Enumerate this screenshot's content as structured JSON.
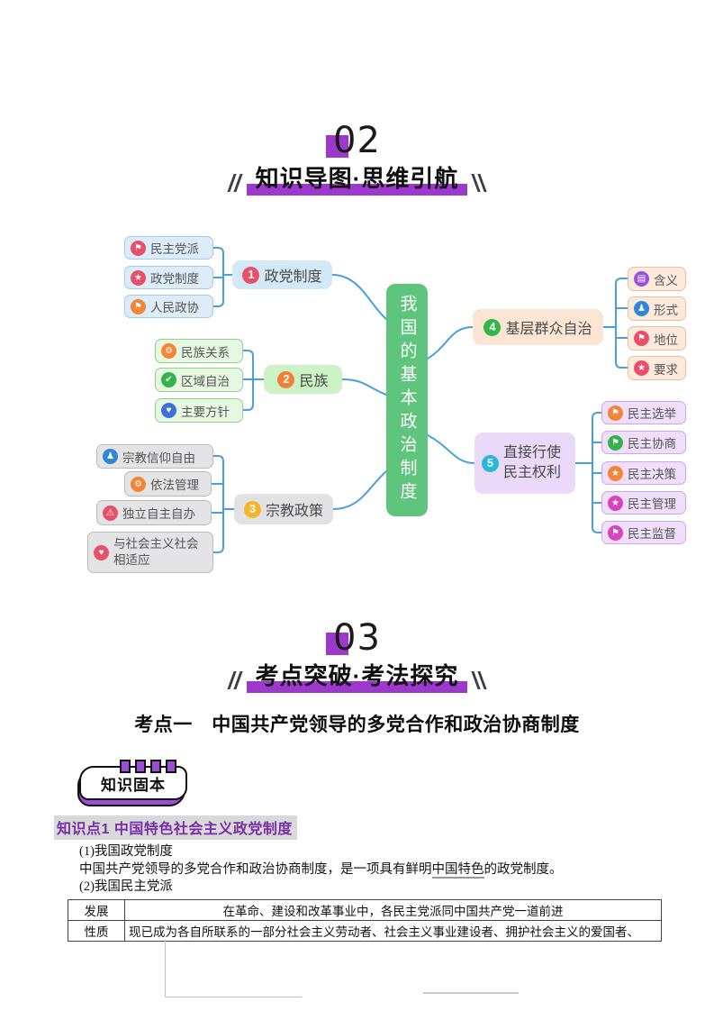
{
  "colors": {
    "accent_purple": "#9c39cc",
    "badge_purple": "#9b4fd4",
    "center_node_green": "#5fc57d",
    "connector_blue": "#4aa0dc",
    "kp_highlight_gray": "#d9d9d9",
    "kp_text_purple": "#7a2da8"
  },
  "sections": {
    "s02": {
      "number": "02",
      "title": "知识导图·思维引航"
    },
    "s03": {
      "number": "03",
      "title": "考点突破·考法探究"
    }
  },
  "mindmap": {
    "center": {
      "label": "我国的基本政治制度"
    },
    "branches": [
      {
        "index": "1",
        "label": "政党制度",
        "children": [
          {
            "label": "民主党派",
            "icon": "flag-icon",
            "glyph": "⚑",
            "color": "#e8506a"
          },
          {
            "label": "政党制度",
            "icon": "star-icon",
            "glyph": "★",
            "color": "#e8506a"
          },
          {
            "label": "人民政协",
            "icon": "flag-icon",
            "glyph": "⚑",
            "color": "#f28536"
          }
        ]
      },
      {
        "index": "2",
        "label": "民族",
        "children": [
          {
            "label": "民族关系",
            "icon": "gear-icon",
            "glyph": "⚙",
            "color": "#f28536"
          },
          {
            "label": "区域自治",
            "icon": "thumbs-up-icon",
            "glyph": "✔",
            "color": "#33b54a"
          },
          {
            "label": "主要方针",
            "icon": "heart-icon",
            "glyph": "♥",
            "color": "#3f6fd8"
          }
        ]
      },
      {
        "index": "3",
        "label": "宗教政策",
        "children": [
          {
            "label": "宗教信仰自由",
            "icon": "person-icon",
            "glyph": "♟",
            "color": "#2f87d8"
          },
          {
            "label": "依法管理",
            "icon": "gear-icon",
            "glyph": "⚙",
            "color": "#f28536"
          },
          {
            "label": "独立自主自办",
            "icon": "warning-icon",
            "glyph": "⚠",
            "color": "#e8506a"
          },
          {
            "label": "与社会主义社会相适应",
            "icon": "heart-icon",
            "glyph": "♥",
            "color": "#e8506a"
          }
        ]
      },
      {
        "index": "4",
        "label": "基层群众自治",
        "children": [
          {
            "label": "含义",
            "icon": "note-icon",
            "glyph": "▤",
            "color": "#9a50d8"
          },
          {
            "label": "形式",
            "icon": "person-icon",
            "glyph": "♟",
            "color": "#2f87d8"
          },
          {
            "label": "地位",
            "icon": "flag-icon",
            "glyph": "⚑",
            "color": "#e8506a"
          },
          {
            "label": "要求",
            "icon": "star-icon",
            "glyph": "★",
            "color": "#e8506a"
          }
        ]
      },
      {
        "index": "5",
        "label": "直接行使民主权利",
        "children": [
          {
            "label": "民主选举",
            "icon": "flag-icon",
            "glyph": "⚑",
            "color": "#f28536"
          },
          {
            "label": "民主协商",
            "icon": "flag-icon",
            "glyph": "⚑",
            "color": "#33b54a"
          },
          {
            "label": "民主决策",
            "icon": "star-icon",
            "glyph": "★",
            "color": "#f28536"
          },
          {
            "label": "民主管理",
            "icon": "star-icon",
            "glyph": "★",
            "color": "#d843c0"
          },
          {
            "label": "民主监督",
            "icon": "flag-icon",
            "glyph": "⚑",
            "color": "#d843c0"
          }
        ]
      }
    ]
  },
  "exam": {
    "heading": "考点一　中国共产党领导的多党合作和政治协商制度",
    "badge_label": "知识固本",
    "knowledge_point": "知识点1 中国特色社会主义政党制度",
    "para1": "(1)我国政党制度",
    "para2_pre": "中国共产党领导的多党合作和政治协商制度，是一项具有鲜明",
    "para2_underline": "中国特色",
    "para2_post": "的政党制度。",
    "para3": "(2)我国民主党派",
    "table": {
      "rows": [
        {
          "key": "发展",
          "value": "在革命、建设和改革事业中，各民主党派同中国共产党一道前进"
        },
        {
          "key": "性质",
          "value": "现已成为各自所联系的一部分社会主义劳动者、社会主义事业建设者、拥护社会主义的爱国者、"
        }
      ]
    }
  }
}
